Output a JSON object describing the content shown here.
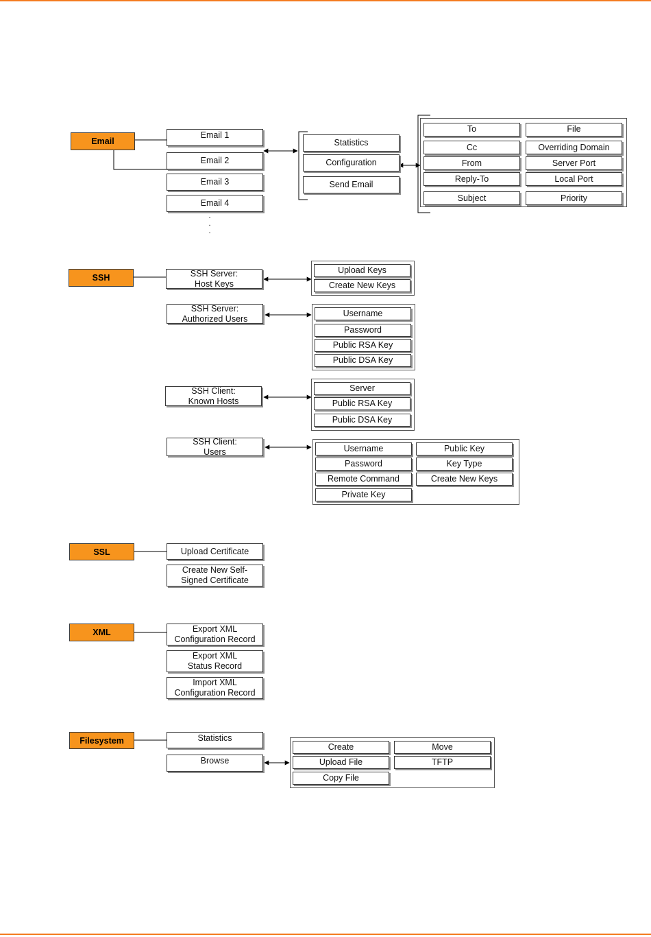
{
  "categories": {
    "email": "Email",
    "ssh": "SSH",
    "ssl": "SSL",
    "xml": "XML",
    "filesystem": "Filesystem"
  },
  "email": {
    "items": [
      "Email 1",
      "Email 2",
      "Email 3",
      "Email 4"
    ],
    "ellipsis": ".\n.\n.",
    "actions": [
      "Statistics",
      "Configuration",
      "Send Email"
    ],
    "config_fields": [
      "To",
      "File",
      "Cc",
      "Overriding Domain",
      "From",
      "Server Port",
      "Reply-To",
      "Local Port",
      "Subject",
      "Priority"
    ]
  },
  "ssh": {
    "server_host_keys": "SSH Server:\nHost Keys",
    "host_keys_actions": [
      "Upload Keys",
      "Create New Keys"
    ],
    "server_auth_users": "SSH Server:\nAuthorized Users",
    "auth_users_fields": [
      "Username",
      "Password",
      "Public RSA Key",
      "Public DSA Key"
    ],
    "client_known_hosts": "SSH Client:\nKnown Hosts",
    "known_hosts_fields": [
      "Server",
      "Public RSA Key",
      "Public DSA Key"
    ],
    "client_users": "SSH Client:\nUsers",
    "client_users_fields": [
      "Username",
      "Public Key",
      "Password",
      "Key Type",
      "Remote Command",
      "Create New Keys",
      "Private Key"
    ]
  },
  "ssl": {
    "items": [
      "Upload Certificate",
      "Create New Self-\nSigned Certificate"
    ]
  },
  "xml": {
    "items": [
      "Export XML\nConfiguration Record",
      "Export XML\nStatus Record",
      "Import XML\nConfiguration Record"
    ]
  },
  "filesystem": {
    "items": [
      "Statistics",
      "Browse"
    ],
    "browse_actions": [
      "Create",
      "Move",
      "Upload File",
      "TFTP",
      "Copy File"
    ]
  },
  "colors": {
    "category_fill": "#f7941d",
    "rule_color": "#f47b20",
    "border": "#3a3a3a"
  }
}
